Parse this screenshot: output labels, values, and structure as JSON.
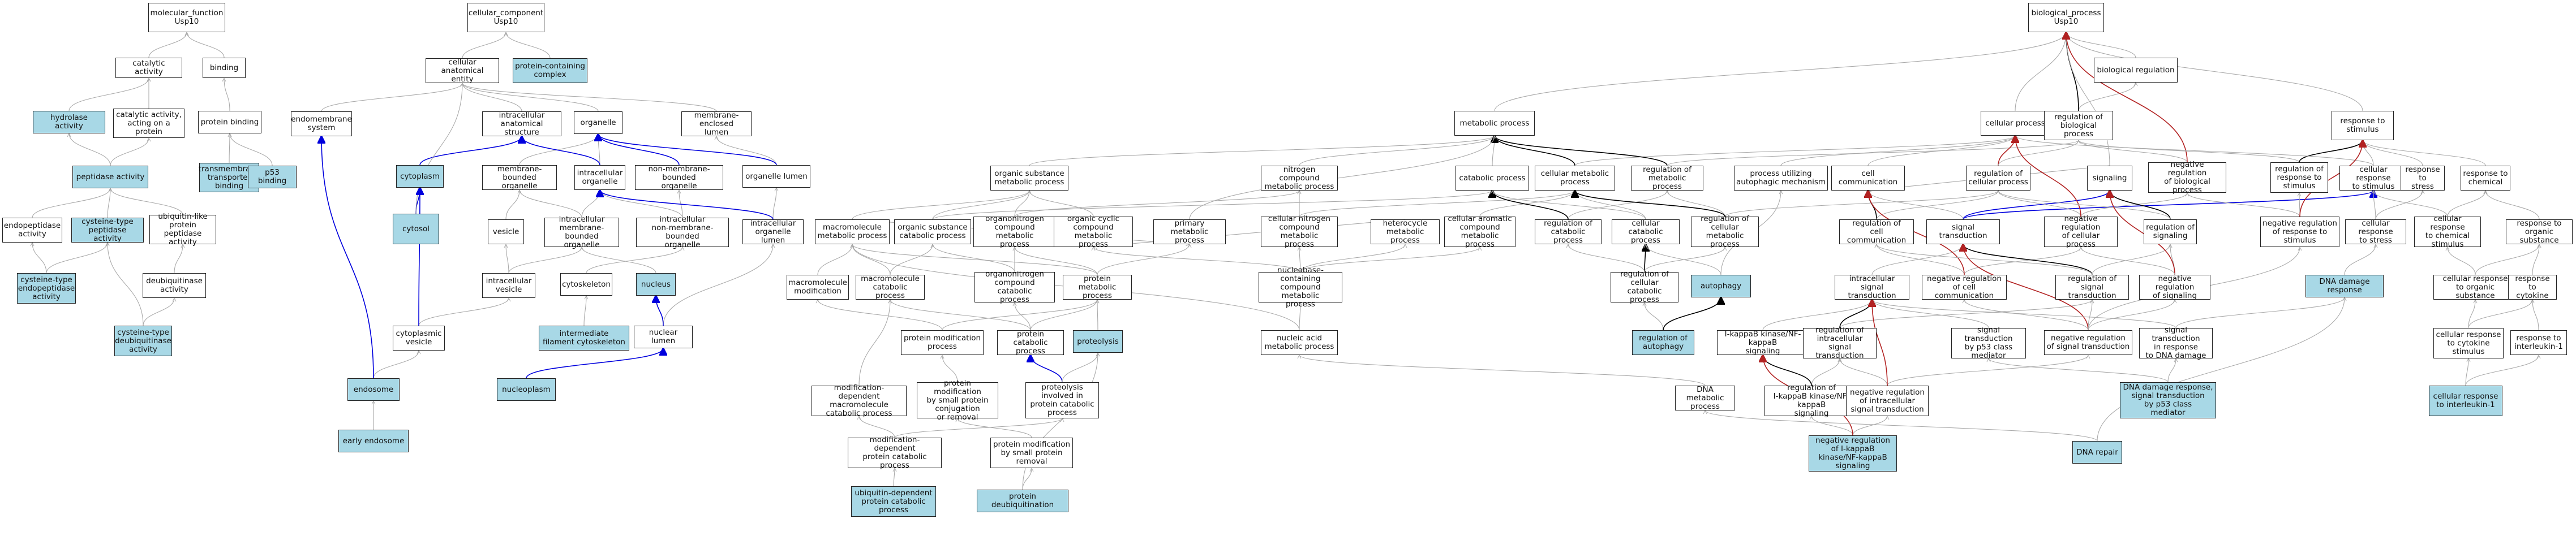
{
  "colors": {
    "gray": "#a9a9a9",
    "black": "#000000",
    "blue": "#0000dd",
    "red": "#b22222",
    "highlight": "#a8d8e6"
  },
  "nodes": [
    {
      "id": "mf",
      "label": "molecular_function\nUsp10",
      "hl": false
    },
    {
      "id": "catalytic",
      "label": "catalytic activity",
      "hl": false
    },
    {
      "id": "binding",
      "label": "binding",
      "hl": false
    },
    {
      "id": "hydrolase",
      "label": "hydrolase activity",
      "hl": true
    },
    {
      "id": "cat_protein",
      "label": "catalytic activity,\nacting on a\nprotein",
      "hl": false
    },
    {
      "id": "protein_binding",
      "label": "protein binding",
      "hl": false
    },
    {
      "id": "peptidase",
      "label": "peptidase activity",
      "hl": true
    },
    {
      "id": "transmembrane",
      "label": "transmembrane\ntransporter\nbinding",
      "hl": true
    },
    {
      "id": "p53binding",
      "label": "p53 binding",
      "hl": true
    },
    {
      "id": "endopeptidase",
      "label": "endopeptidase\nactivity",
      "hl": false
    },
    {
      "id": "cys_pep",
      "label": "cysteine-type\npeptidase activity",
      "hl": true
    },
    {
      "id": "ubl_pep",
      "label": "ubiquitin-like\nprotein peptidase\nactivity",
      "hl": false
    },
    {
      "id": "cys_endo",
      "label": "cysteine-type\nendopeptidase\nactivity",
      "hl": true
    },
    {
      "id": "deubiq",
      "label": "deubiquitinase\nactivity",
      "hl": false
    },
    {
      "id": "cys_deubiq",
      "label": "cysteine-type\ndeubiquitinase\nactivity",
      "hl": true
    },
    {
      "id": "cc",
      "label": "cellular_component\nUsp10",
      "hl": false
    },
    {
      "id": "cae",
      "label": "cellular anatomical\nentity",
      "hl": false
    },
    {
      "id": "pcc",
      "label": "protein-containing\ncomplex",
      "hl": true
    },
    {
      "id": "endomembrane",
      "label": "endomembrane\nsystem",
      "hl": false
    },
    {
      "id": "intracellular_as",
      "label": "intracellular\nanatomical structure",
      "hl": false
    },
    {
      "id": "organelle",
      "label": "organelle",
      "hl": false
    },
    {
      "id": "membrane_enclosed",
      "label": "membrane-enclosed\nlumen",
      "hl": false
    },
    {
      "id": "cytoplasm",
      "label": "cytoplasm",
      "hl": true
    },
    {
      "id": "membrane_bounded",
      "label": "membrane-bounded\norganelle",
      "hl": false
    },
    {
      "id": "intracellular_org",
      "label": "intracellular\norganelle",
      "hl": false
    },
    {
      "id": "non_membrane",
      "label": "non-membrane-bounded\norganelle",
      "hl": false
    },
    {
      "id": "organelle_lumen",
      "label": "organelle lumen",
      "hl": false
    },
    {
      "id": "cytosol",
      "label": "cytosol",
      "hl": true
    },
    {
      "id": "vesicle",
      "label": "vesicle",
      "hl": false
    },
    {
      "id": "ic_mb_org",
      "label": "intracellular\nmembrane-bounded\norganelle",
      "hl": false
    },
    {
      "id": "ic_nmb_org",
      "label": "intracellular\nnon-membrane-bounded\norganelle",
      "hl": false
    },
    {
      "id": "ic_org_lumen",
      "label": "intracellular\norganelle lumen",
      "hl": false
    },
    {
      "id": "ic_vesicle",
      "label": "intracellular\nvesicle",
      "hl": false
    },
    {
      "id": "cytoskeleton",
      "label": "cytoskeleton",
      "hl": false
    },
    {
      "id": "nucleus",
      "label": "nucleus",
      "hl": true
    },
    {
      "id": "cyto_vesicle",
      "label": "cytoplasmic\nvesicle",
      "hl": false
    },
    {
      "id": "if_cytoskel",
      "label": "intermediate\nfilament cytoskeleton",
      "hl": true
    },
    {
      "id": "nuclear_lumen",
      "label": "nuclear lumen",
      "hl": false
    },
    {
      "id": "endosome",
      "label": "endosome",
      "hl": true
    },
    {
      "id": "nucleoplasm",
      "label": "nucleoplasm",
      "hl": true
    },
    {
      "id": "early_endosome",
      "label": "early endosome",
      "hl": true
    },
    {
      "id": "bp",
      "label": "biological_process\nUsp10",
      "hl": false
    },
    {
      "id": "bio_reg",
      "label": "biological regulation",
      "hl": false
    },
    {
      "id": "metabolic",
      "label": "metabolic process",
      "hl": false
    },
    {
      "id": "cellular_process",
      "label": "cellular process",
      "hl": false
    },
    {
      "id": "reg_bp",
      "label": "regulation of\nbiological process",
      "hl": false
    },
    {
      "id": "resp_stim",
      "label": "response to\nstimulus",
      "hl": false
    },
    {
      "id": "org_subst",
      "label": "organic substance\nmetabolic process",
      "hl": false
    },
    {
      "id": "nitrogen",
      "label": "nitrogen compound\nmetabolic process",
      "hl": false
    },
    {
      "id": "catabolic",
      "label": "catabolic process",
      "hl": false
    },
    {
      "id": "cell_metab",
      "label": "cellular metabolic\nprocess",
      "hl": false
    },
    {
      "id": "reg_metab",
      "label": "regulation of\nmetabolic process",
      "hl": false
    },
    {
      "id": "autophagic",
      "label": "process utilizing\nautophagic mechanism",
      "hl": false
    },
    {
      "id": "cell_comm",
      "label": "cell communication",
      "hl": false
    },
    {
      "id": "reg_cell_proc",
      "label": "regulation of\ncellular process",
      "hl": false
    },
    {
      "id": "signaling",
      "label": "signaling",
      "hl": false
    },
    {
      "id": "neg_reg_bp",
      "label": "negative regulation\nof biological\nprocess",
      "hl": false
    },
    {
      "id": "reg_resp_stim",
      "label": "regulation of\nresponse to\nstimulus",
      "hl": false
    },
    {
      "id": "cell_resp_stim",
      "label": "cellular response\nto stimulus",
      "hl": false
    },
    {
      "id": "resp_stress",
      "label": "response to\nstress",
      "hl": false
    },
    {
      "id": "resp_chem",
      "label": "response to\nchemical",
      "hl": false
    },
    {
      "id": "macromol",
      "label": "macromolecule\nmetabolic process",
      "hl": false
    },
    {
      "id": "org_subst_cat",
      "label": "organic substance\ncatabolic process",
      "hl": false
    },
    {
      "id": "orgN_metab",
      "label": "organonitrogen\ncompound metabolic\nprocess",
      "hl": false
    },
    {
      "id": "org_cyclic",
      "label": "organic cyclic\ncompound metabolic\nprocess",
      "hl": false
    },
    {
      "id": "primary",
      "label": "primary metabolic\nprocess",
      "hl": false
    },
    {
      "id": "cell_N",
      "label": "cellular nitrogen\ncompound metabolic\nprocess",
      "hl": false
    },
    {
      "id": "heterocycle",
      "label": "heterocycle\nmetabolic process",
      "hl": false
    },
    {
      "id": "cell_arom",
      "label": "cellular aromatic\ncompound metabolic\nprocess",
      "hl": false
    },
    {
      "id": "reg_catab",
      "label": "regulation of\ncatabolic process",
      "hl": false
    },
    {
      "id": "cell_catab",
      "label": "cellular catabolic\nprocess",
      "hl": false
    },
    {
      "id": "reg_cell_metab",
      "label": "regulation of\ncellular metabolic\nprocess",
      "hl": false
    },
    {
      "id": "reg_cell_comm",
      "label": "regulation of\ncell communication",
      "hl": false
    },
    {
      "id": "sig_trans",
      "label": "signal transduction",
      "hl": false
    },
    {
      "id": "neg_reg_cell_proc",
      "label": "negative regulation\nof cellular\nprocess",
      "hl": false
    },
    {
      "id": "reg_signaling",
      "label": "regulation of\nsignaling",
      "hl": false
    },
    {
      "id": "neg_reg_resp_stim",
      "label": "negative regulation\nof response to\nstimulus",
      "hl": false
    },
    {
      "id": "cell_resp_stress",
      "label": "cellular response\nto stress",
      "hl": false
    },
    {
      "id": "resp_chem_stim",
      "label": "cellular response\nto chemical\nstimulus",
      "hl": false
    },
    {
      "id": "resp_org_subst",
      "label": "response to\norganic substance",
      "hl": false
    },
    {
      "id": "macromol_mod",
      "label": "macromolecule\nmodification",
      "hl": false
    },
    {
      "id": "macromol_cat",
      "label": "macromolecule\ncatabolic process",
      "hl": false
    },
    {
      "id": "orgN_cat",
      "label": "organonitrogen\ncompound catabolic\nprocess",
      "hl": false
    },
    {
      "id": "protein_metab",
      "label": "protein metabolic\nprocess",
      "hl": false
    },
    {
      "id": "nucleobase",
      "label": "nucleobase-containing\ncompound metabolic\nprocess",
      "hl": false
    },
    {
      "id": "reg_cell_catab",
      "label": "regulation of\ncellular catabolic\nprocess",
      "hl": false
    },
    {
      "id": "autophagy",
      "label": "autophagy",
      "hl": true
    },
    {
      "id": "ic_sig_trans",
      "label": "intracellular\nsignal transduction",
      "hl": false
    },
    {
      "id": "neg_reg_cell_comm",
      "label": "negative regulation\nof cell communication",
      "hl": false
    },
    {
      "id": "reg_sig_trans",
      "label": "regulation of\nsignal transduction",
      "hl": false
    },
    {
      "id": "neg_reg_signaling",
      "label": "negative regulation\nof signaling",
      "hl": false
    },
    {
      "id": "dna_damage_resp",
      "label": "DNA damage response",
      "hl": true
    },
    {
      "id": "cell_resp_org_subst",
      "label": "cellular response\nto organic substance",
      "hl": false
    },
    {
      "id": "resp_cytokine",
      "label": "response to\ncytokine",
      "hl": false
    },
    {
      "id": "protein_mod",
      "label": "protein modification\nprocess",
      "hl": false
    },
    {
      "id": "protein_cat",
      "label": "protein catabolic\nprocess",
      "hl": false
    },
    {
      "id": "proteolysis",
      "label": "proteolysis",
      "hl": true
    },
    {
      "id": "nucleic_acid",
      "label": "nucleic acid\nmetabolic process",
      "hl": false
    },
    {
      "id": "reg_autophagy",
      "label": "regulation of\nautophagy",
      "hl": true
    },
    {
      "id": "ikb_sig",
      "label": "I-kappaB kinase/NF-kappaB\nsignaling",
      "hl": false
    },
    {
      "id": "reg_ic_sig",
      "label": "regulation of\nintracellular\nsignal transduction",
      "hl": false
    },
    {
      "id": "p53_sig",
      "label": "signal transduction\nby p53 class\nmediator",
      "hl": false
    },
    {
      "id": "neg_reg_sig_trans",
      "label": "negative regulation\nof signal transduction",
      "hl": false
    },
    {
      "id": "sig_dna_damage",
      "label": "signal transduction\nin response\nto DNA damage",
      "hl": false
    },
    {
      "id": "cell_resp_cytokine",
      "label": "cellular response\nto cytokine\nstimulus",
      "hl": false
    },
    {
      "id": "resp_il1",
      "label": "response to\ninterleukin-1",
      "hl": false
    },
    {
      "id": "mod_dep_macro",
      "label": "modification-dependent\nmacromolecule\ncatabolic process",
      "hl": false
    },
    {
      "id": "prot_mod_conj",
      "label": "protein modification\nby small protein\nconjugation\nor removal",
      "hl": false
    },
    {
      "id": "prot_involved",
      "label": "proteolysis\ninvolved in\nprotein catabolic\nprocess",
      "hl": false
    },
    {
      "id": "dna_metab",
      "label": "DNA metabolic\nprocess",
      "hl": false
    },
    {
      "id": "reg_ikb",
      "label": "regulation of\nI-kappaB kinase/NF-kappaB\nsignaling",
      "hl": false
    },
    {
      "id": "neg_reg_ic_sig",
      "label": "negative regulation\nof intracellular\nsignal transduction",
      "hl": false
    },
    {
      "id": "dna_p53",
      "label": "DNA damage response,\nsignal transduction\nby p53 class\nmediator",
      "hl": true
    },
    {
      "id": "cell_resp_il1",
      "label": "cellular response\nto interleukin-1",
      "hl": true
    },
    {
      "id": "mod_dep_prot",
      "label": "modification-dependent\nprotein catabolic\nprocess",
      "hl": false
    },
    {
      "id": "prot_mod_small",
      "label": "protein modification\nby small protein\nremoval",
      "hl": false
    },
    {
      "id": "neg_reg_ikb",
      "label": "negative regulation\nof I-kappaB\nkinase/NF-kappaB\nsignaling",
      "hl": true
    },
    {
      "id": "dna_repair",
      "label": "DNA repair",
      "hl": true
    },
    {
      "id": "ubiq_dep",
      "label": "ubiquitin-dependent\nprotein catabolic\nprocess",
      "hl": true
    },
    {
      "id": "prot_deubiq",
      "label": "protein deubiquitination",
      "hl": true
    }
  ]
}
